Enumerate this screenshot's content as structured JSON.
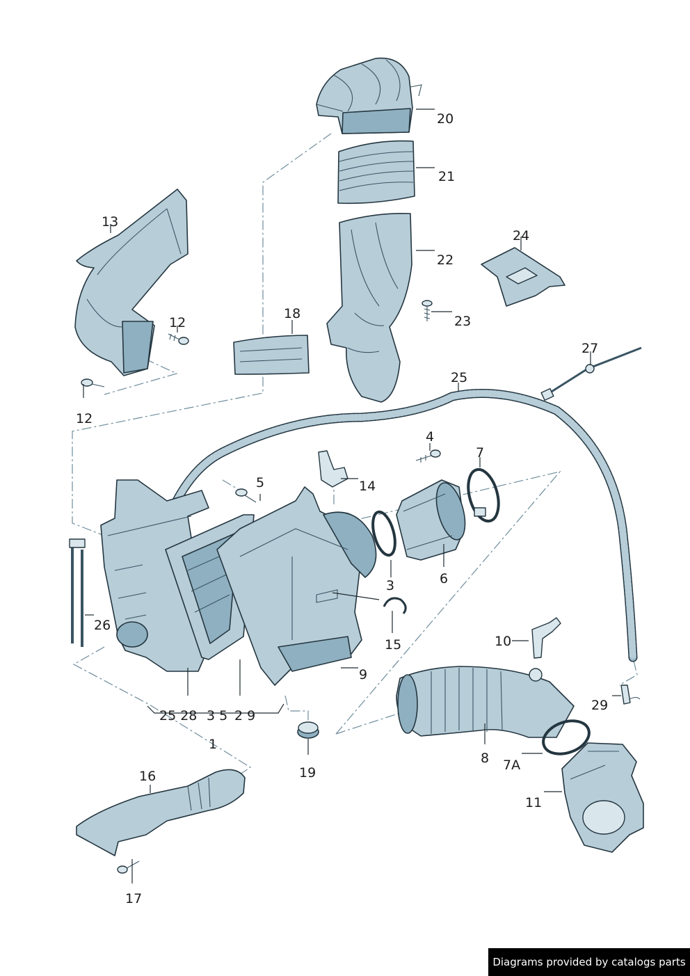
{
  "callouts": {
    "c1": "1",
    "c3": "3",
    "c4": "4",
    "c5": "5",
    "c6": "6",
    "c7": "7",
    "c7a": "7A",
    "c8": "8",
    "c9": "9",
    "c10": "10",
    "c11": "11",
    "c12a": "12",
    "c12b": "12",
    "c13": "13",
    "c14": "14",
    "c15": "15",
    "c16": "16",
    "c17": "17",
    "c18": "18",
    "c19": "19",
    "c20": "20",
    "c21": "21",
    "c22": "22",
    "c23": "23",
    "c24": "24",
    "c25": "25",
    "c26": "26",
    "c27": "27",
    "c29": "29",
    "group1": "25 28",
    "group2": "3 5",
    "group3": "2 9"
  },
  "footer": {
    "text": "Diagrams provided by catalogs parts"
  },
  "colors": {
    "part_fill": "#b7cdd8",
    "outline": "#243640",
    "dash_line": "#6f8d9c",
    "footer_bg": "#000000"
  }
}
